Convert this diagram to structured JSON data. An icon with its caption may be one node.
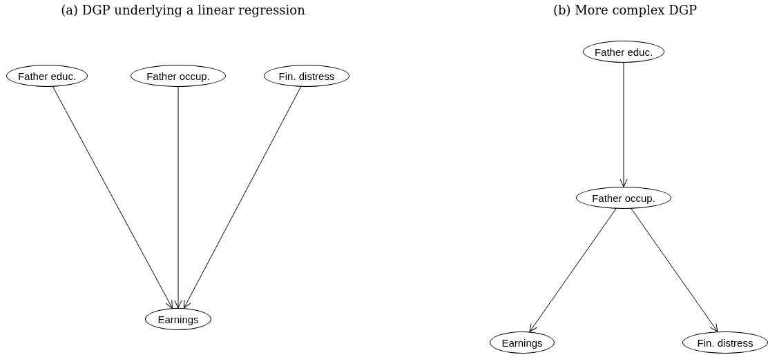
{
  "diagram": {
    "nodes": [
      {
        "text": [
          "Father educ."
        ]
      },
      {
        "text": [
          "Father occup."
        ]
      },
      {
        "text": [
          "Fin. distress"
        ]
      },
      {
        "text": [
          "Earnings"
        ]
      },
      {
        "text": [
          "Father educ."
        ]
      },
      {
        "text": [
          "Father occup."
        ]
      },
      {
        "text": [
          "Earnings"
        ]
      },
      {
        "text": [
          "Fin. distress"
        ]
      }
    ],
    "edges": [
      {
        "from": 0,
        "to": 3,
        "arrow": "to"
      },
      {
        "from": 1,
        "to": 3,
        "arrow": "to"
      },
      {
        "from": 2,
        "to": 3,
        "arrow": "to"
      },
      {
        "from": 4,
        "to": 5,
        "arrow": "to"
      },
      {
        "from": 5,
        "to": 6,
        "arrow": "to"
      },
      {
        "from": 5,
        "to": 7,
        "arrow": "to"
      }
    ],
    "labels": [
      "(a) DGP underlying a linear regression",
      "(b) More complex DGP"
    ]
  }
}
